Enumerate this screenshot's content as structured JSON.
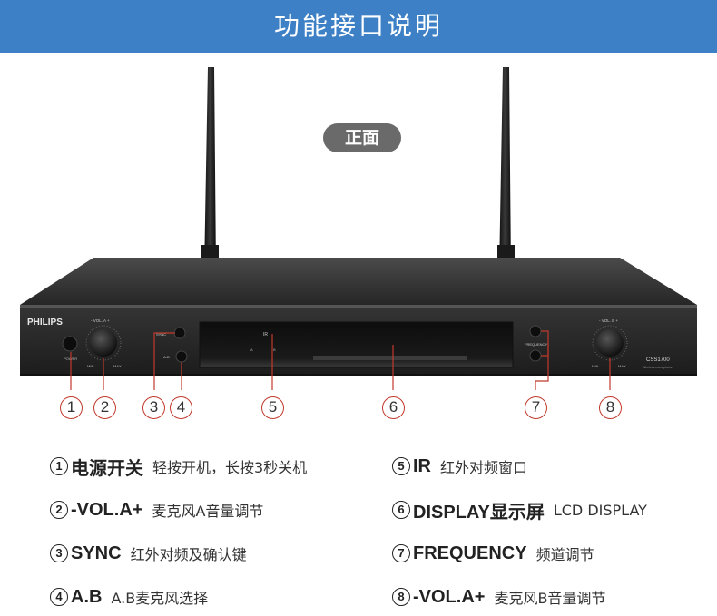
{
  "header": {
    "title": "功能接口说明"
  },
  "view_label": "正面",
  "device": {
    "brand": "PHILIPS",
    "vol_a_label": "- VOL. A +",
    "vol_b_label": "- VOL. B +",
    "min_label": "MIN",
    "max_label": "MAX",
    "power_label": "POWER",
    "sync_label": "SYNC",
    "ab_label": "A-B",
    "ir_label": "IR",
    "channel_a_label": "A",
    "channel_b_label": "B",
    "frequency_label": "FREQUENCY",
    "model": "CSS1700",
    "model_subtitle": "Wireless microphone"
  },
  "callouts": [
    "1",
    "2",
    "3",
    "4",
    "5",
    "6",
    "7",
    "8"
  ],
  "legend": [
    {
      "num": "1",
      "name": "电源开关",
      "desc": "轻按开机，长按3秒关机"
    },
    {
      "num": "2",
      "name": "-VOL.A+",
      "desc": "麦克风A音量调节"
    },
    {
      "num": "3",
      "name": "SYNC",
      "desc": "红外对频及确认键"
    },
    {
      "num": "4",
      "name": "A.B",
      "desc": "A.B麦克风选择"
    },
    {
      "num": "5",
      "name": "IR",
      "desc": "红外对频窗口"
    },
    {
      "num": "6",
      "name": "DISPLAY显示屏",
      "desc": "LCD DISPLAY"
    },
    {
      "num": "7",
      "name": "FREQUENCY",
      "desc": "频道调节"
    },
    {
      "num": "8",
      "name": "-VOL.A+",
      "desc": "麦克风B音量调节"
    }
  ],
  "colors": {
    "header_bg": "#3d80c6",
    "pill_bg": "#6a6a6a",
    "callout_line": "#c0392b",
    "device_body": "#2b2b2b"
  }
}
